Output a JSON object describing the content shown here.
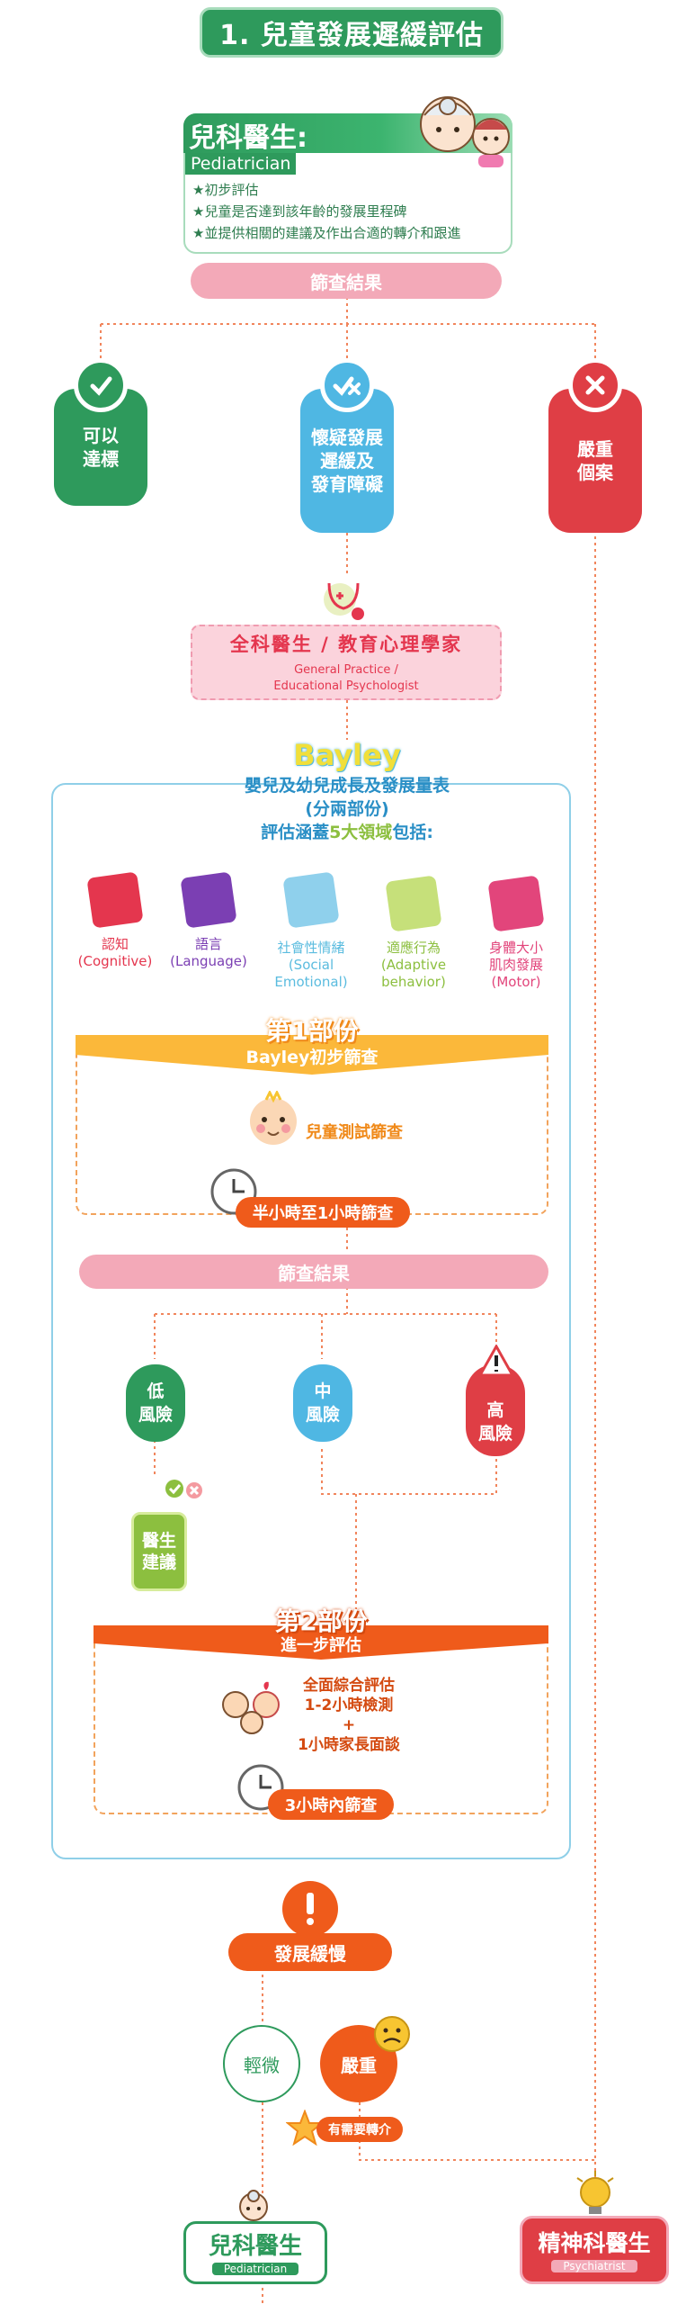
{
  "title": "1. 兒童發展遲緩評估",
  "pediatrician": {
    "title_zh": "兒科醫生:",
    "title_en": "Pediatrician",
    "bullets": [
      "★初步評估",
      "★兒童是否達到該年齡的發展里程碑",
      "★並提供相關的建議及作出合適的轉介和跟進"
    ]
  },
  "screening_result_1": "篩查結果",
  "outcomes": [
    {
      "label": "可以\n達標",
      "color": "#2e9a5c"
    },
    {
      "label": "懷疑發展\n遲緩及\n發育障礙",
      "color": "#4fb7e3"
    },
    {
      "label": "嚴重\n個案",
      "color": "#df3e45"
    }
  ],
  "gp": {
    "title_zh": "全科醫生 / 教育心理學家",
    "title_en_line1": "General Practice /",
    "title_en_line2": "Educational Psychologist"
  },
  "bayley": {
    "title": "Bayley",
    "line1": "嬰兒及幼兒成長及發展量表",
    "line2": "(分兩部份)",
    "line3_a": "評估涵蓋",
    "line3_b": "5大領域",
    "line3_c": "包括:"
  },
  "domains": [
    {
      "zh": "認知",
      "en": "(Cognitive)",
      "color": "#e4364e"
    },
    {
      "zh": "語言",
      "en": "(Language)",
      "color": "#7b3fb3"
    },
    {
      "zh": "社會性情緒",
      "en": "(Social\nEmotional)",
      "color": "#5bbcdf"
    },
    {
      "zh": "適應行為",
      "en": "(Adaptive\nbehavior)",
      "color": "#8cbf3f"
    },
    {
      "zh": "身體大小\n肌肉發展",
      "en": "(Motor)",
      "color": "#e2457b"
    }
  ],
  "part1": {
    "title": "第1部份",
    "subtitle": "Bayley初步篩查",
    "child_test": "兒童測試篩查",
    "duration": "半小時至1小時篩查"
  },
  "screening_result_2": "篩查結果",
  "risks": [
    {
      "label": "低\n風險",
      "color": "#2e9a5c"
    },
    {
      "label": "中\n風險",
      "color": "#4fb7e3"
    },
    {
      "label": "高\n風險",
      "color": "#df3e45"
    }
  ],
  "doctor_advice": "醫生\n建議",
  "part2": {
    "title": "第2部份",
    "subtitle": "進一步評估",
    "line1": "全面綜合評估",
    "line2": "1-2小時檢測",
    "line3": "+",
    "line4": "1小時家長面談",
    "duration": "3小時內篩查"
  },
  "delay": "發展緩慢",
  "mild": "輕微",
  "severe": "嚴重",
  "referral": "有需要轉介",
  "bottom_ped": {
    "zh": "兒科醫生",
    "en": "Pediatrician"
  },
  "bottom_psy": {
    "zh": "精神科醫生",
    "en": "Psychiatrist"
  },
  "colors": {
    "green": "#2e9a5c",
    "blue": "#4fb7e3",
    "red": "#df3e45",
    "orange": "#ef5b1b",
    "pink": "#f3a9b8",
    "yellow": "#fbb83a"
  }
}
